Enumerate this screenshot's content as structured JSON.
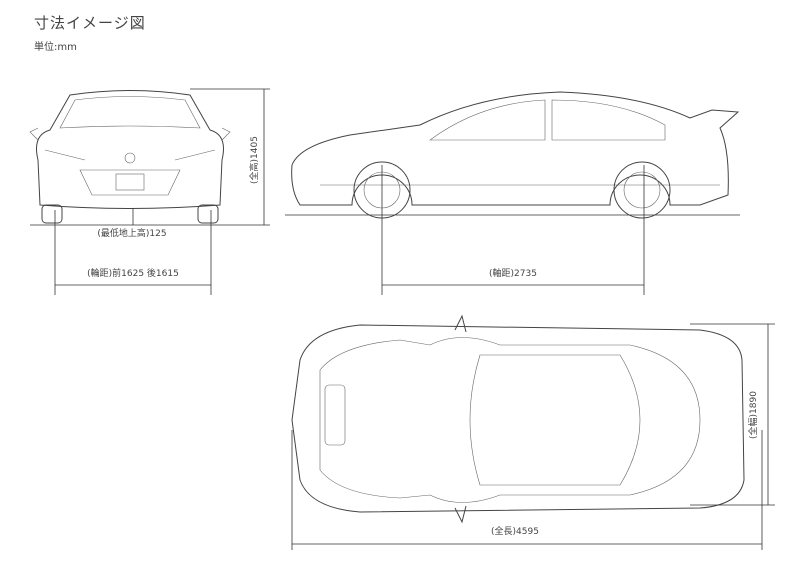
{
  "header": {
    "title": "寸法イメージ図",
    "unit": "単位:mm"
  },
  "dimensions": {
    "overall_height": "(全高)1405",
    "ground_clearance": "(最低地上高)125",
    "tread": "(輪距)前1625  後1615",
    "wheelbase": "(軸距)2735",
    "overall_width": "(全幅)1890",
    "overall_length": "(全長)4595"
  }
}
